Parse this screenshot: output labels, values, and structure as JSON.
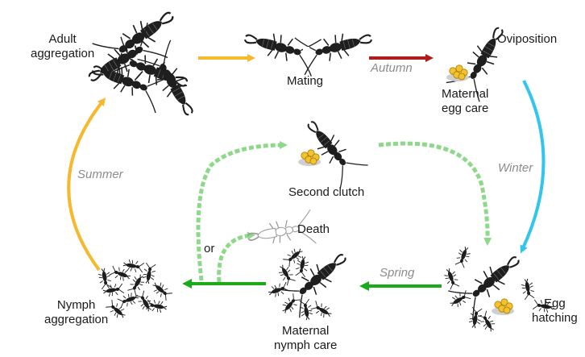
{
  "stages": {
    "adult_aggregation": [
      "Adult",
      "aggregation"
    ],
    "mating": "Mating",
    "oviposition": "Oviposition",
    "maternal_egg_care": [
      "Maternal",
      "egg care"
    ],
    "second_clutch": "Second clutch",
    "death": "Death",
    "egg_hatching": [
      "Egg",
      "hatching"
    ],
    "maternal_nymph_care": [
      "Maternal",
      "nymph care"
    ],
    "nymph_aggregation": [
      "Nymph",
      "aggregation"
    ]
  },
  "seasons": {
    "autumn": "Autumn",
    "winter": "Winter",
    "spring": "Spring",
    "summer": "Summer"
  },
  "branch_label": "or",
  "colors": {
    "summer_arrow": "#f5b82e",
    "autumn_arrow": "#b01c1c",
    "winter_arrow": "#33c6ea",
    "spring_arrow": "#1aaa1a",
    "second_clutch_dashed": "#8ed88a",
    "earwig": "#1e1e1e",
    "eggs": "#f2c230",
    "dead_earwig": "#9a9a9a",
    "season_text": "#8c8c8c"
  },
  "icons": [
    "earwig-icon",
    "egg-cluster-icon",
    "nymph-icon",
    "dead-earwig-icon"
  ]
}
